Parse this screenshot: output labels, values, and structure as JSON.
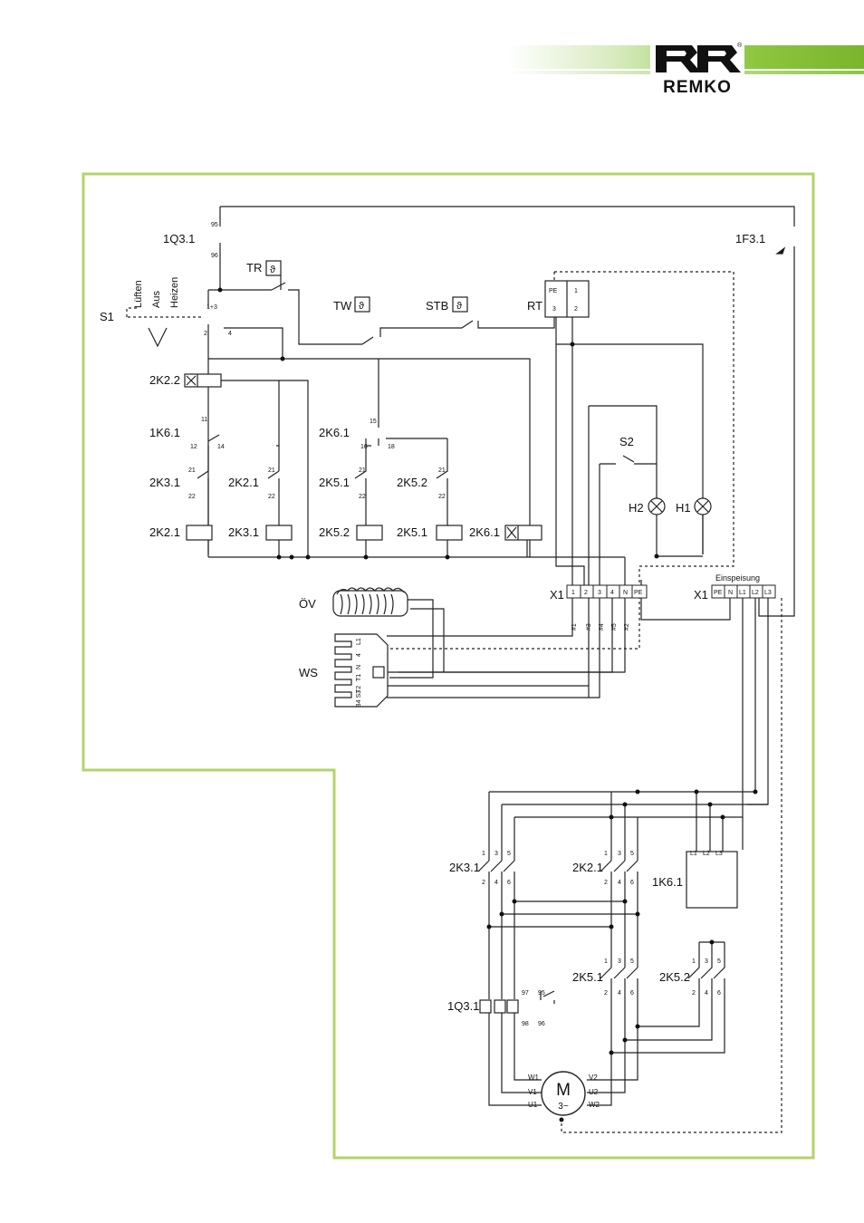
{
  "brand": {
    "logo_text": "REMKO",
    "logo_mark": "RR",
    "registered": "®",
    "accent": "#8cc63f"
  },
  "frame": {
    "color": "#b5d36a"
  },
  "labels": {
    "q31": "1Q3.1",
    "f31": "1F3.1",
    "tr": "TR",
    "tw": "TW",
    "stb": "STB",
    "rt": "RT",
    "s1": "S1",
    "mode_1": "Lüften",
    "mode_2": "Aus",
    "mode_3": "Heizen",
    "k22": "2K2.2",
    "k61_coil": "1K6.1",
    "k31": "2K3.1",
    "k21": "2K2.1",
    "k62": "2K6.1",
    "k51": "2K5.1",
    "k52": "2K5.2",
    "coil_k21": "2K2.1",
    "coil_k31": "2K3.1",
    "coil_k52": "2K5.2",
    "coil_k51": "2K5.1",
    "coil_k61": "2K6.1",
    "s2": "S2",
    "h2": "H2",
    "h1": "H1",
    "x1a": "X1",
    "x1b": "X1",
    "einspeisung": "Einspeisung",
    "ov": "ÖV",
    "ws": "WS",
    "pc_k31": "2K3.1",
    "pc_k21": "2K2.1",
    "pc_k61": "1K6.1",
    "pc_k51": "2K5.1",
    "pc_k52": "2K5.2",
    "pc_q31": "1Q3.1",
    "motor": "M",
    "motor_phase": "3~",
    "w1": "W1",
    "v1": "V1",
    "u1": "U1",
    "v2": "V2",
    "u2": "U2",
    "w2": "W2"
  },
  "small": {
    "n95": "95",
    "n96": "96",
    "n13": "1+3",
    "n2": "2",
    "n4": "4",
    "n11": "11",
    "n12": "12",
    "n14": "14",
    "n15": "15",
    "n16": "16",
    "n18": "18",
    "n21a": "21",
    "n22a": "22",
    "n21b": "21",
    "n22b": "22",
    "n21c": "21",
    "n22c": "22",
    "n21d": "21",
    "n22d": "22",
    "rt_pe": "PE",
    "rt_1": "1",
    "rt_3": "3",
    "rt_2": "2",
    "x1_t1": "1",
    "x1_t2": "2",
    "x1_t3": "3",
    "x1_t4": "4",
    "x1_tn": "N",
    "x1_tpe": "PE",
    "x2_pe": "PE",
    "x2_n": "N",
    "x2_l1": "L1",
    "x2_l2": "L2",
    "x2_l3": "L3",
    "w_1": "#1",
    "w_3": "#3",
    "w_4": "#4",
    "w_5": "#5",
    "w_2": "#2",
    "ws_1": "L1",
    "ws_2": "4",
    "ws_3": "N",
    "ws_4": "T1",
    "ws_5": "T2",
    "ws_6": "B4 S3",
    "k_l1": "L1",
    "k_l2": "L2",
    "k_l3": "L3",
    "p1": "1",
    "p3": "3",
    "p5": "5",
    "p2": "2",
    "p4": "4",
    "p6": "6",
    "q97": "97",
    "q95": "95",
    "q98": "98",
    "q96b": "96"
  }
}
